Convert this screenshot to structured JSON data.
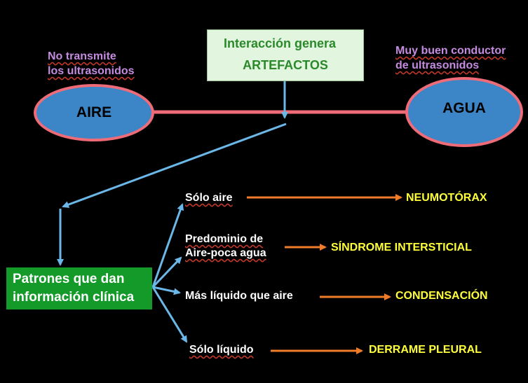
{
  "top_box": {
    "line1": "Interacción genera",
    "line2": "ARTEFACTOS"
  },
  "left_note": {
    "line1": "No transmite",
    "line2": "los ultrasonidos"
  },
  "right_note": {
    "line1": "Muy buen conductor",
    "line2": "de ultrasonidos"
  },
  "left_node": {
    "label": "AIRE"
  },
  "right_node": {
    "label": "AGUA"
  },
  "patterns_box": {
    "line1": "Patrones que dan",
    "line2": "información clínica"
  },
  "patterns": [
    {
      "label": "Sólo aire",
      "result": "NEUMOTÓRAX"
    },
    {
      "label_line1": "Predominio de",
      "label_line2": "Aire-poca agua",
      "result": "SÍNDROME INTERSTICIAL"
    },
    {
      "label": "Más líquido que aire",
      "result": "CONDENSACIÓN"
    },
    {
      "label": "Sólo líquido",
      "result": "DERRAME PLEURAL"
    }
  ],
  "colors": {
    "background": "#000000",
    "ellipse_fill": "#3c86c8",
    "ellipse_border": "#ef6b78",
    "connector_pink": "#ef6b78",
    "arrow_blue": "#6bb7e8",
    "arrow_orange": "#f07c2a",
    "result_yellow": "#ffff3a",
    "note_purple": "#c58be0",
    "green_box": "#139a29"
  }
}
